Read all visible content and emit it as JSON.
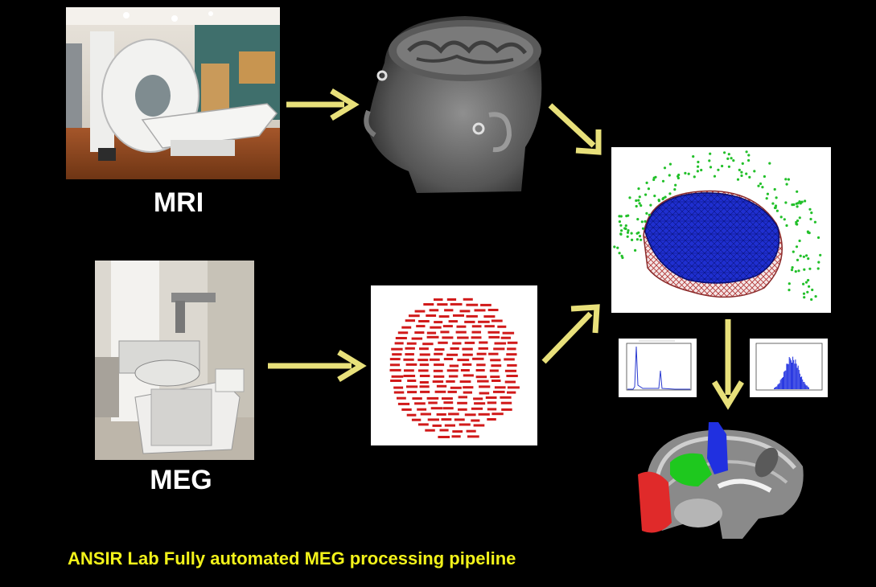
{
  "labels": {
    "mri": "MRI",
    "meg": "MEG"
  },
  "caption": "ANSIR Lab Fully automated MEG processing pipeline",
  "colors": {
    "background": "#000000",
    "arrow": "#e8e07a",
    "label_text": "#ffffff",
    "caption_text": "#f2f21a",
    "sensor_label": "#d11a1a",
    "brain_mesh": "#1f2fd0",
    "head_points": "#22c02a",
    "roi_green": "#1ec81e",
    "roi_blue": "#2030e0",
    "roi_red": "#e02a2a"
  },
  "icons": [
    "mri-scanner-photo",
    "head-mri-render",
    "meg-scanner-photo",
    "meg-sensor-layout",
    "brain-mesh-headpoints",
    "spectrum-plot",
    "histogram-plot",
    "brain-sagittal-roi"
  ]
}
